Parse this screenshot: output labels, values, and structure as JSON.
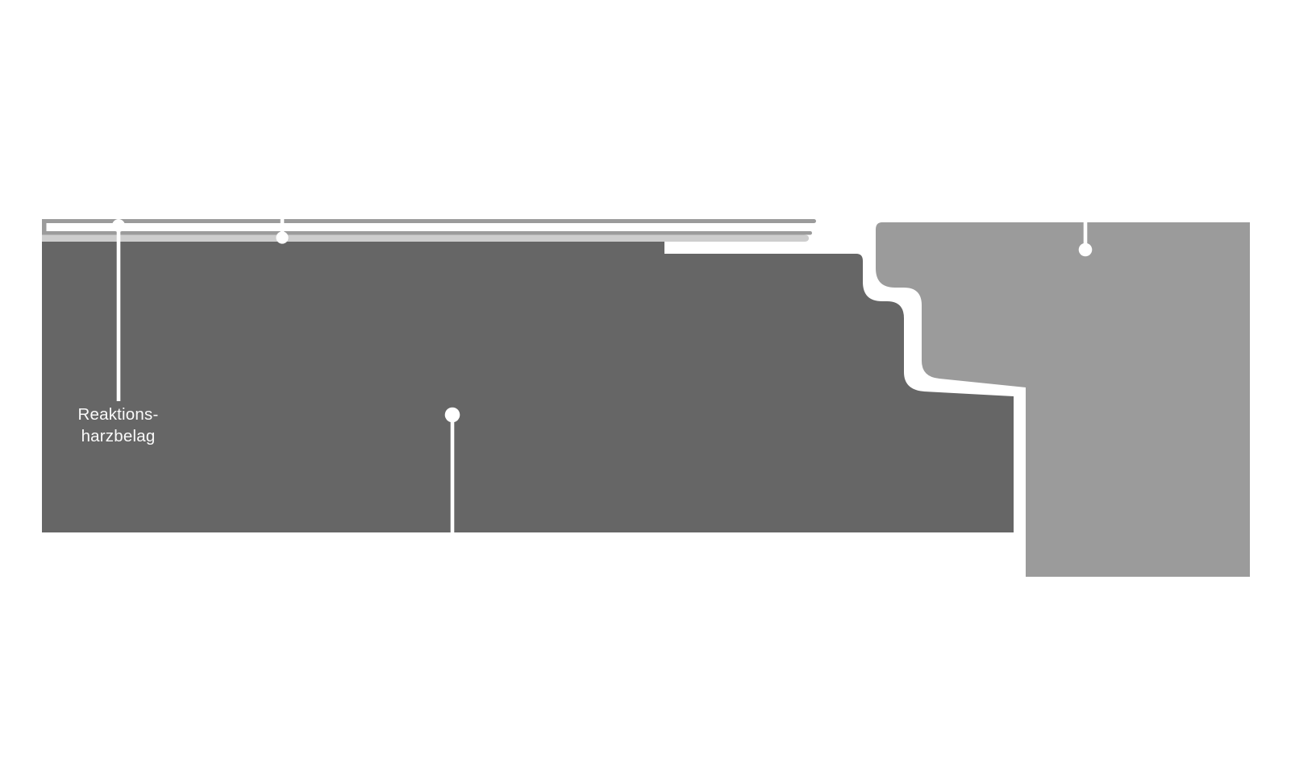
{
  "diagram": {
    "name": "floor-expansion-joint-cross-section",
    "labels": {
      "resin_coating": {
        "line1": "Reaktions-",
        "line2": "harzbelag"
      }
    }
  },
  "colors": {
    "background": "#ffffff",
    "screed_slab": "#666666",
    "concrete_block": "#9b9b9b",
    "bedding_layer": "#cdcdcd",
    "profile_outline": "#9b9b9b",
    "callout": "#ffffff",
    "label_text": "#fafafa"
  }
}
